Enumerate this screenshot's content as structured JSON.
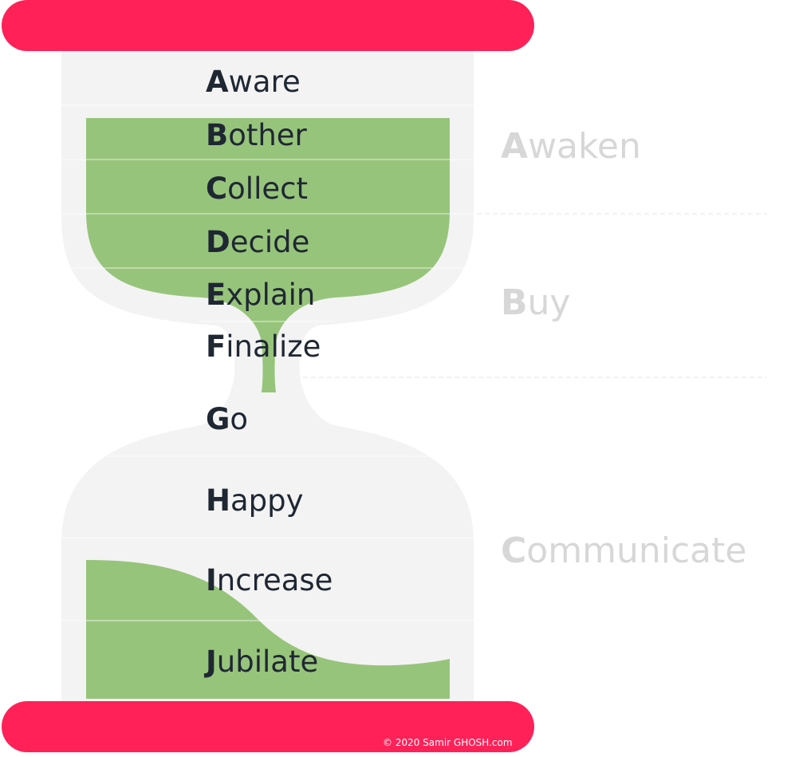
{
  "steps": [
    {
      "initial": "A",
      "rest": "ware"
    },
    {
      "initial": "B",
      "rest": "other"
    },
    {
      "initial": "C",
      "rest": "ollect"
    },
    {
      "initial": "D",
      "rest": "ecide"
    },
    {
      "initial": "E",
      "rest": "xplain"
    },
    {
      "initial": "F",
      "rest": "inalize"
    },
    {
      "initial": "G",
      "rest": "o"
    },
    {
      "initial": "H",
      "rest": "appy"
    },
    {
      "initial": "I",
      "rest": "ncrease"
    },
    {
      "initial": "J",
      "rest": "ubilate"
    }
  ],
  "phases": [
    {
      "initial": "A",
      "rest": "waken"
    },
    {
      "initial": "B",
      "rest": "uy"
    },
    {
      "initial": "C",
      "rest": "ommunicate"
    }
  ],
  "copyright": "© 2020 Samir GHOSH.com",
  "colors": {
    "cap": "#ff2158",
    "glass": "#f3f3f3",
    "sand": "#97c47b",
    "text": "#1f2733",
    "phase_text": "#d7d7d7",
    "divider": "#e6e6e6"
  }
}
